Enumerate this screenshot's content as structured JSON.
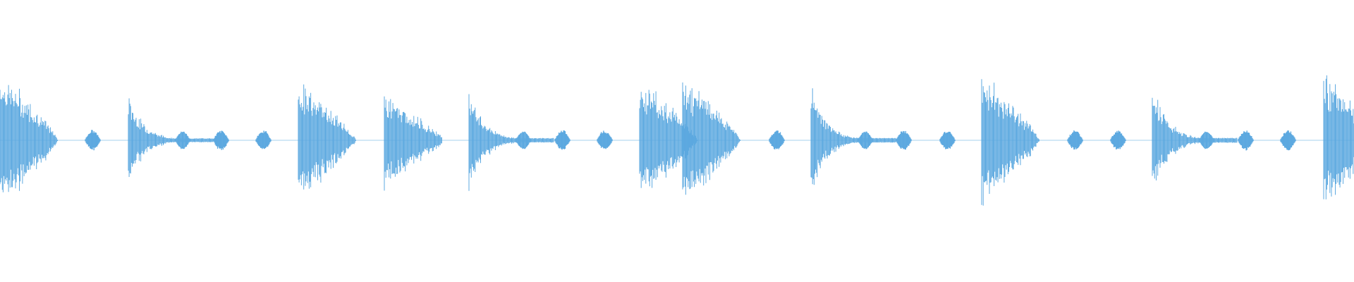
{
  "waveform": {
    "color": "#5DA9E0",
    "background": "#FFFFFF",
    "beats": [
      {
        "kind": "loud",
        "level": 0.95
      },
      {
        "kind": "blip",
        "level": 0.14
      },
      {
        "kind": "decay",
        "level": 0.65
      },
      {
        "kind": "blip",
        "level": 0.14
      },
      {
        "kind": "blip",
        "level": 0.14
      },
      {
        "kind": "loud",
        "level": 0.82
      },
      {
        "kind": "mid",
        "level": 0.66
      },
      {
        "kind": "decay",
        "level": 0.73
      },
      {
        "kind": "blip",
        "level": 0.14
      },
      {
        "kind": "blip",
        "level": 0.14
      },
      {
        "kind": "loud",
        "level": 0.87
      },
      {
        "kind": "loud",
        "level": 0.88
      },
      {
        "kind": "blip",
        "level": 0.14
      },
      {
        "kind": "decay",
        "level": 0.78
      },
      {
        "kind": "blip",
        "level": 0.14
      },
      {
        "kind": "blip",
        "level": 0.14
      },
      {
        "kind": "loud",
        "level": 0.92
      },
      {
        "kind": "blip",
        "level": 0.14
      },
      {
        "kind": "blip",
        "level": 0.14
      },
      {
        "kind": "decay",
        "level": 0.8
      },
      {
        "kind": "blip",
        "level": 0.14
      },
      {
        "kind": "blip",
        "level": 0.14
      },
      {
        "kind": "loud",
        "level": 0.93
      }
    ]
  }
}
